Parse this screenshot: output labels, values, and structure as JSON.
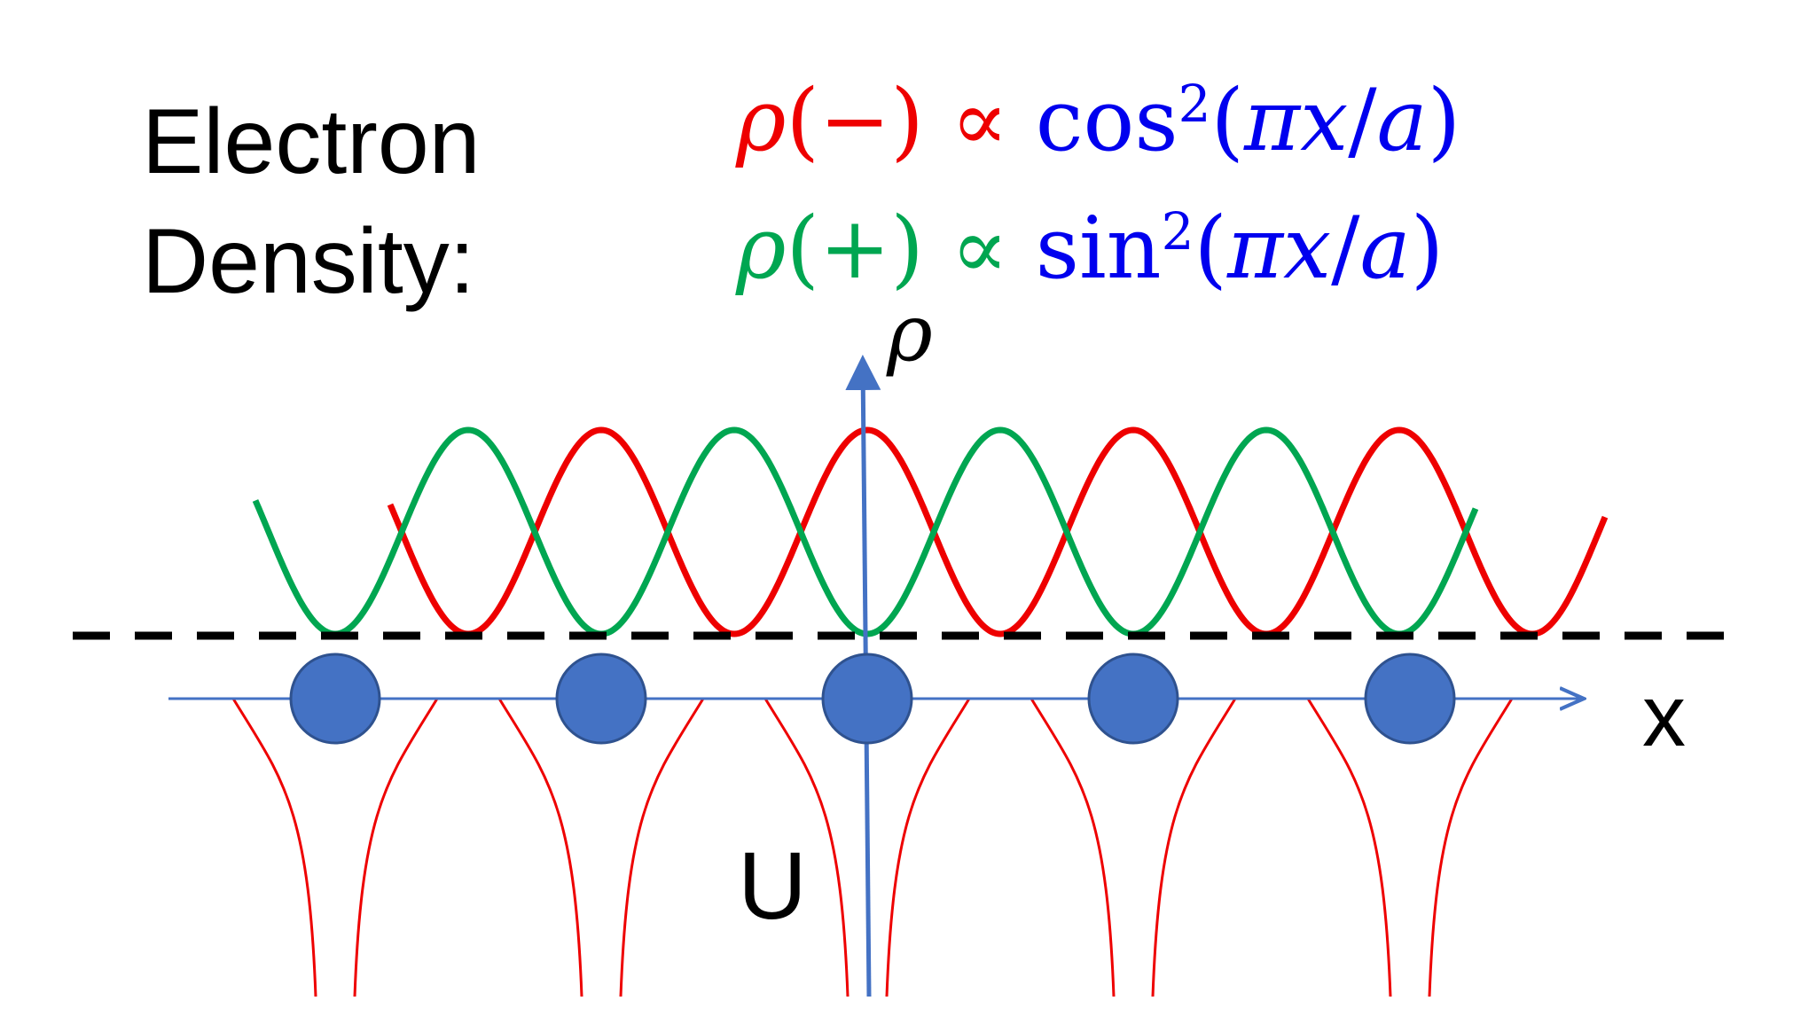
{
  "title": {
    "line1": "Electron",
    "line2": "Density:"
  },
  "formulas": {
    "minus": {
      "rho": "ρ",
      "open": "(",
      "sign": "−",
      "close": ")",
      "prop": "∝",
      "func": "cos",
      "power": "2",
      "arg_open": "(",
      "arg_pi": "π",
      "arg_x": "x",
      "arg_slash": "/",
      "arg_a": "a",
      "arg_close": ")"
    },
    "plus": {
      "rho": "ρ",
      "open": "(",
      "sign": "+",
      "close": ")",
      "prop": "∝",
      "func": "sin",
      "power": "2",
      "arg_open": "(",
      "arg_pi": "π",
      "arg_x": "x",
      "arg_slash": "/",
      "arg_a": "a",
      "arg_close": ")"
    }
  },
  "axes": {
    "x_label": "x",
    "rho_label": "ρ",
    "potential_label": "U"
  },
  "colors": {
    "rho_minus": "#ee0000",
    "rho_plus": "#00a651",
    "function_text": "#0000ee",
    "axis": "#4472c4",
    "ion_fill": "#4472c4",
    "ion_stroke": "#2f528f",
    "potential": "#ee0000",
    "baseline": "#000000"
  },
  "diagram": {
    "ion_count": 5,
    "density_minus": "cos^2(pi x / a)",
    "density_plus": "sin^2(pi x / a)",
    "baseline_style": "dashed"
  }
}
